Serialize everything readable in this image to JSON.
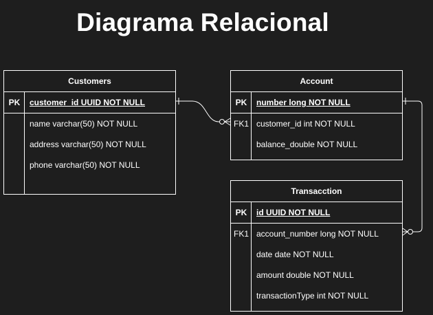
{
  "title": "Diagrama Relacional",
  "entities": {
    "customers": {
      "name": "Customers",
      "pk_key": "PK",
      "pk_field": "customer_id UUID NOT NULL",
      "fields": [
        "name varchar(50) NOT NULL",
        "address varchar(50) NOT NULL",
        "phone varchar(50) NOT NULL"
      ]
    },
    "account": {
      "name": "Account",
      "pk_key": "PK",
      "pk_field": "number long NOT NULL",
      "fk_key": "FK1",
      "fields": [
        "customer_id int NOT NULL",
        "balance_double NOT NULL"
      ]
    },
    "transaction": {
      "name": "Transacction",
      "pk_key": "PK",
      "pk_field": "id UUID NOT NULL",
      "fk_key": "FK1",
      "fields": [
        "account_number long NOT NULL",
        "date date NOT NULL",
        "amount double NOT NULL",
        "transactionType int NOT NULL"
      ]
    }
  },
  "relationships": [
    {
      "from": "Customers.customer_id",
      "to": "Account.customer_id",
      "from_end": "one",
      "to_end": "zero-or-many"
    },
    {
      "from": "Account.number",
      "to": "Transacction.account_number",
      "from_end": "one",
      "to_end": "zero-or-many"
    }
  ]
}
